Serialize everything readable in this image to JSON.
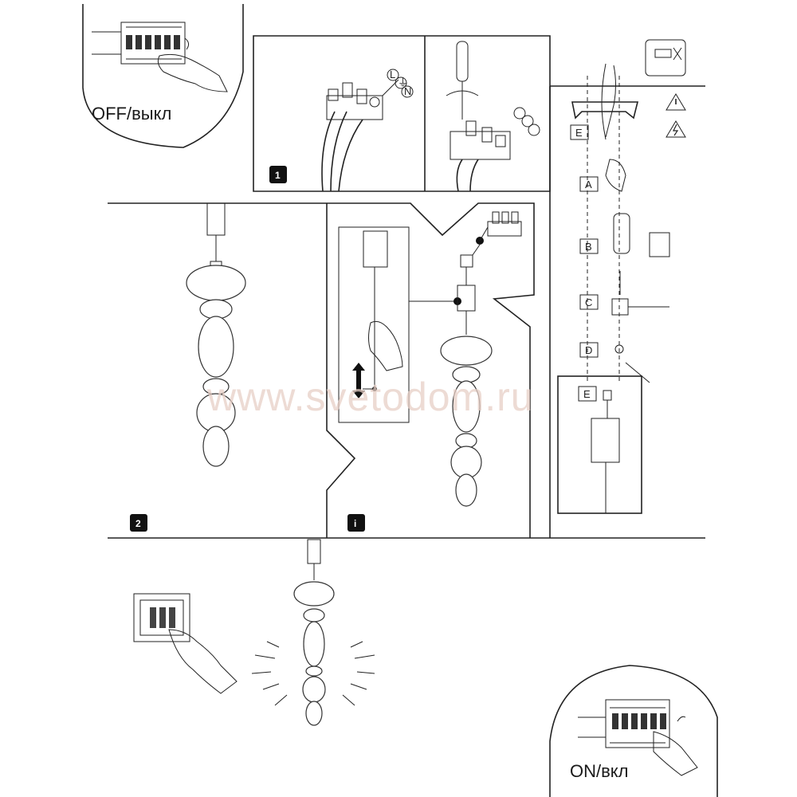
{
  "labels": {
    "off": "OFF/выкл",
    "on": "ON/вкл"
  },
  "steps": {
    "step1": "1",
    "step2": "2",
    "info": "i"
  },
  "parts": {
    "e_top": "E",
    "a": "A",
    "b": "B",
    "c": "C",
    "d": "D",
    "e_bottom": "E"
  },
  "terminal_marks": {
    "l": "L",
    "ground": "⏚",
    "n": "N"
  },
  "watermark": "www.svetodom.ru",
  "colors": {
    "ink": "#222222",
    "badge": "#111111",
    "watermark": "#e7cfc6"
  },
  "icons": [
    "warning-icon",
    "electric-hazard-icon",
    "no-drilling-tool-icon",
    "screwdriver-icon",
    "drill-icon",
    "hammer-icon",
    "pliers-icon",
    "wall-switch-icon",
    "hand-icon"
  ]
}
